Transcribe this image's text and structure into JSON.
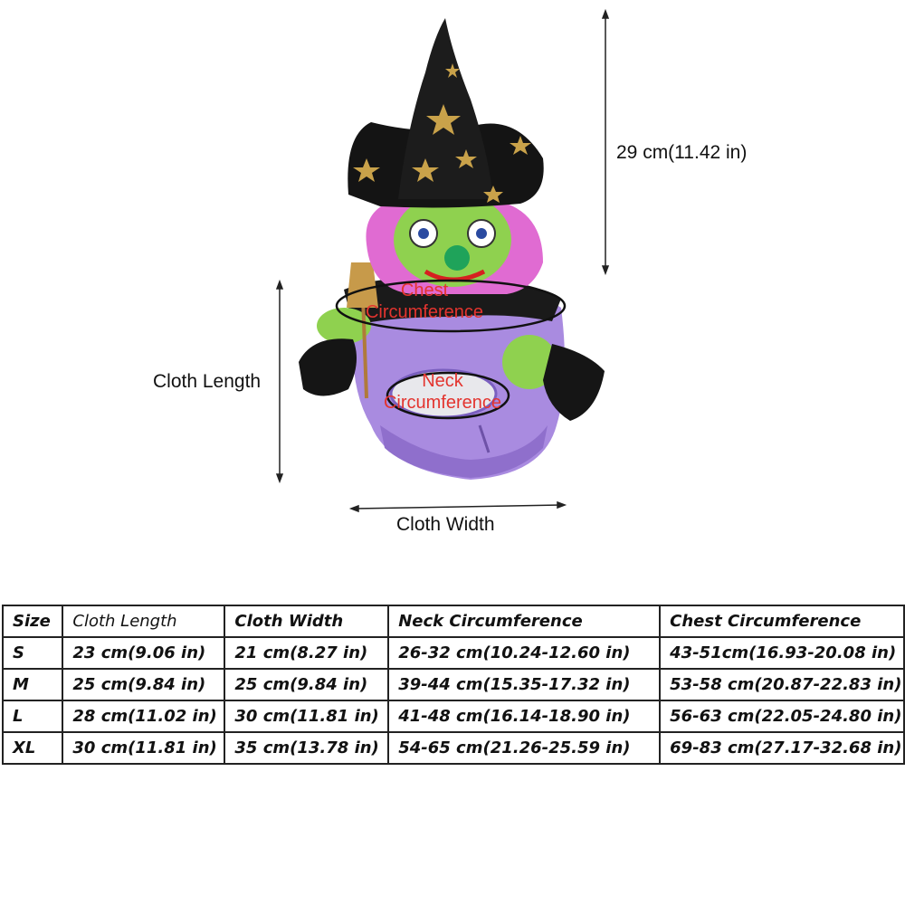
{
  "dimensions": {
    "height": "29 cm(11.42 in)",
    "cloth_length": "Cloth Length",
    "cloth_width": "Cloth Width",
    "chest": "Chest\nCircumference",
    "neck": "Neck\nCircumference"
  },
  "table": {
    "headers": [
      "Size",
      "Cloth Length",
      "Cloth Width",
      "Neck Circumference",
      "Chest Circumference"
    ],
    "rows": [
      [
        "S",
        "23 cm(9.06 in)",
        "21 cm(8.27 in)",
        "26-32 cm(10.24-12.60 in)",
        "43-51cm(16.93-20.08 in)"
      ],
      [
        "M",
        "25 cm(9.84 in)",
        "25 cm(9.84 in)",
        "39-44 cm(15.35-17.32 in)",
        "53-58 cm(20.87-22.83 in)"
      ],
      [
        "L",
        "28 cm(11.02 in)",
        "30 cm(11.81 in)",
        "41-48 cm(16.14-18.90 in)",
        "56-63 cm(22.05-24.80 in)"
      ],
      [
        "XL",
        "30 cm(11.81 in)",
        "35 cm(13.78 in)",
        "54-65 cm(21.26-25.59 in)",
        "69-83 cm(27.17-32.68 in)"
      ]
    ]
  },
  "colors": {
    "label_red": "#e3342f",
    "hat": "#141414",
    "star": "#c9a24a",
    "skin": "#8fd14f",
    "hair": "#e06bd2",
    "costume": "#a98be0"
  }
}
